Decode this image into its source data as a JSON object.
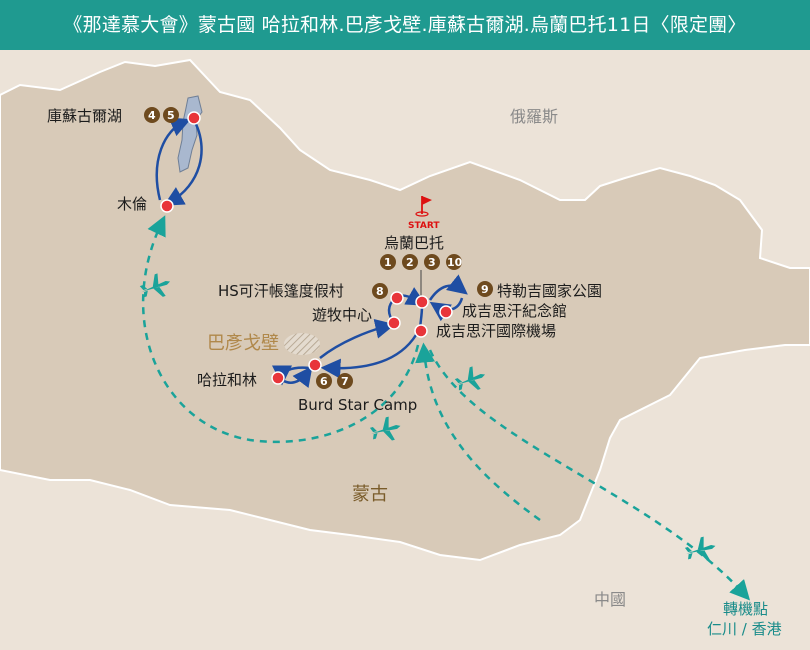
{
  "header": {
    "title": "《那達慕大會》蒙古國 哈拉和林.巴彥戈壁.庫蘇古爾湖.烏蘭巴托11日〈限定團〉"
  },
  "map": {
    "countries": {
      "russia": "俄羅斯",
      "mongolia": "蒙古",
      "china": "中國"
    },
    "desert_label": "巴彥戈壁",
    "start_label": "START",
    "places": {
      "khuvsgul": "庫蘇古爾湖",
      "moron": "木倫",
      "ulaanbaatar": "烏蘭巴托",
      "terelj": "特勒吉國家公園",
      "genghis_statue": "成吉思汗紀念館",
      "airport": "成吉思汗國際機場",
      "hs_khaan": "HS可汗帳篷度假村",
      "nomad_center": "遊牧中心",
      "kharkhorin": "哈拉和林",
      "burd_camp": "Burd Star Camp"
    },
    "day_badges": {
      "khuvsgul": [
        "4",
        "5"
      ],
      "ulaanbaatar": [
        "1",
        "2",
        "3",
        "10"
      ],
      "terelj": [
        "9"
      ],
      "hs_khaan": [
        "8"
      ],
      "burd_camp": [
        "6",
        "7"
      ]
    },
    "transfer": {
      "label": "轉機點",
      "cities": "仁川 / 香港"
    },
    "colors": {
      "header_bg": "#1f9a90",
      "land": "#e8ddd0",
      "mongolia_land": "#d6c8b6",
      "route_solid": "#1f4ea3",
      "route_dashed": "#1aa39a",
      "stop_dot": "#e8353a",
      "badge": "#6e4a1e"
    },
    "icons": [
      "airplane-icon",
      "flag-icon",
      "lake-icon"
    ]
  }
}
